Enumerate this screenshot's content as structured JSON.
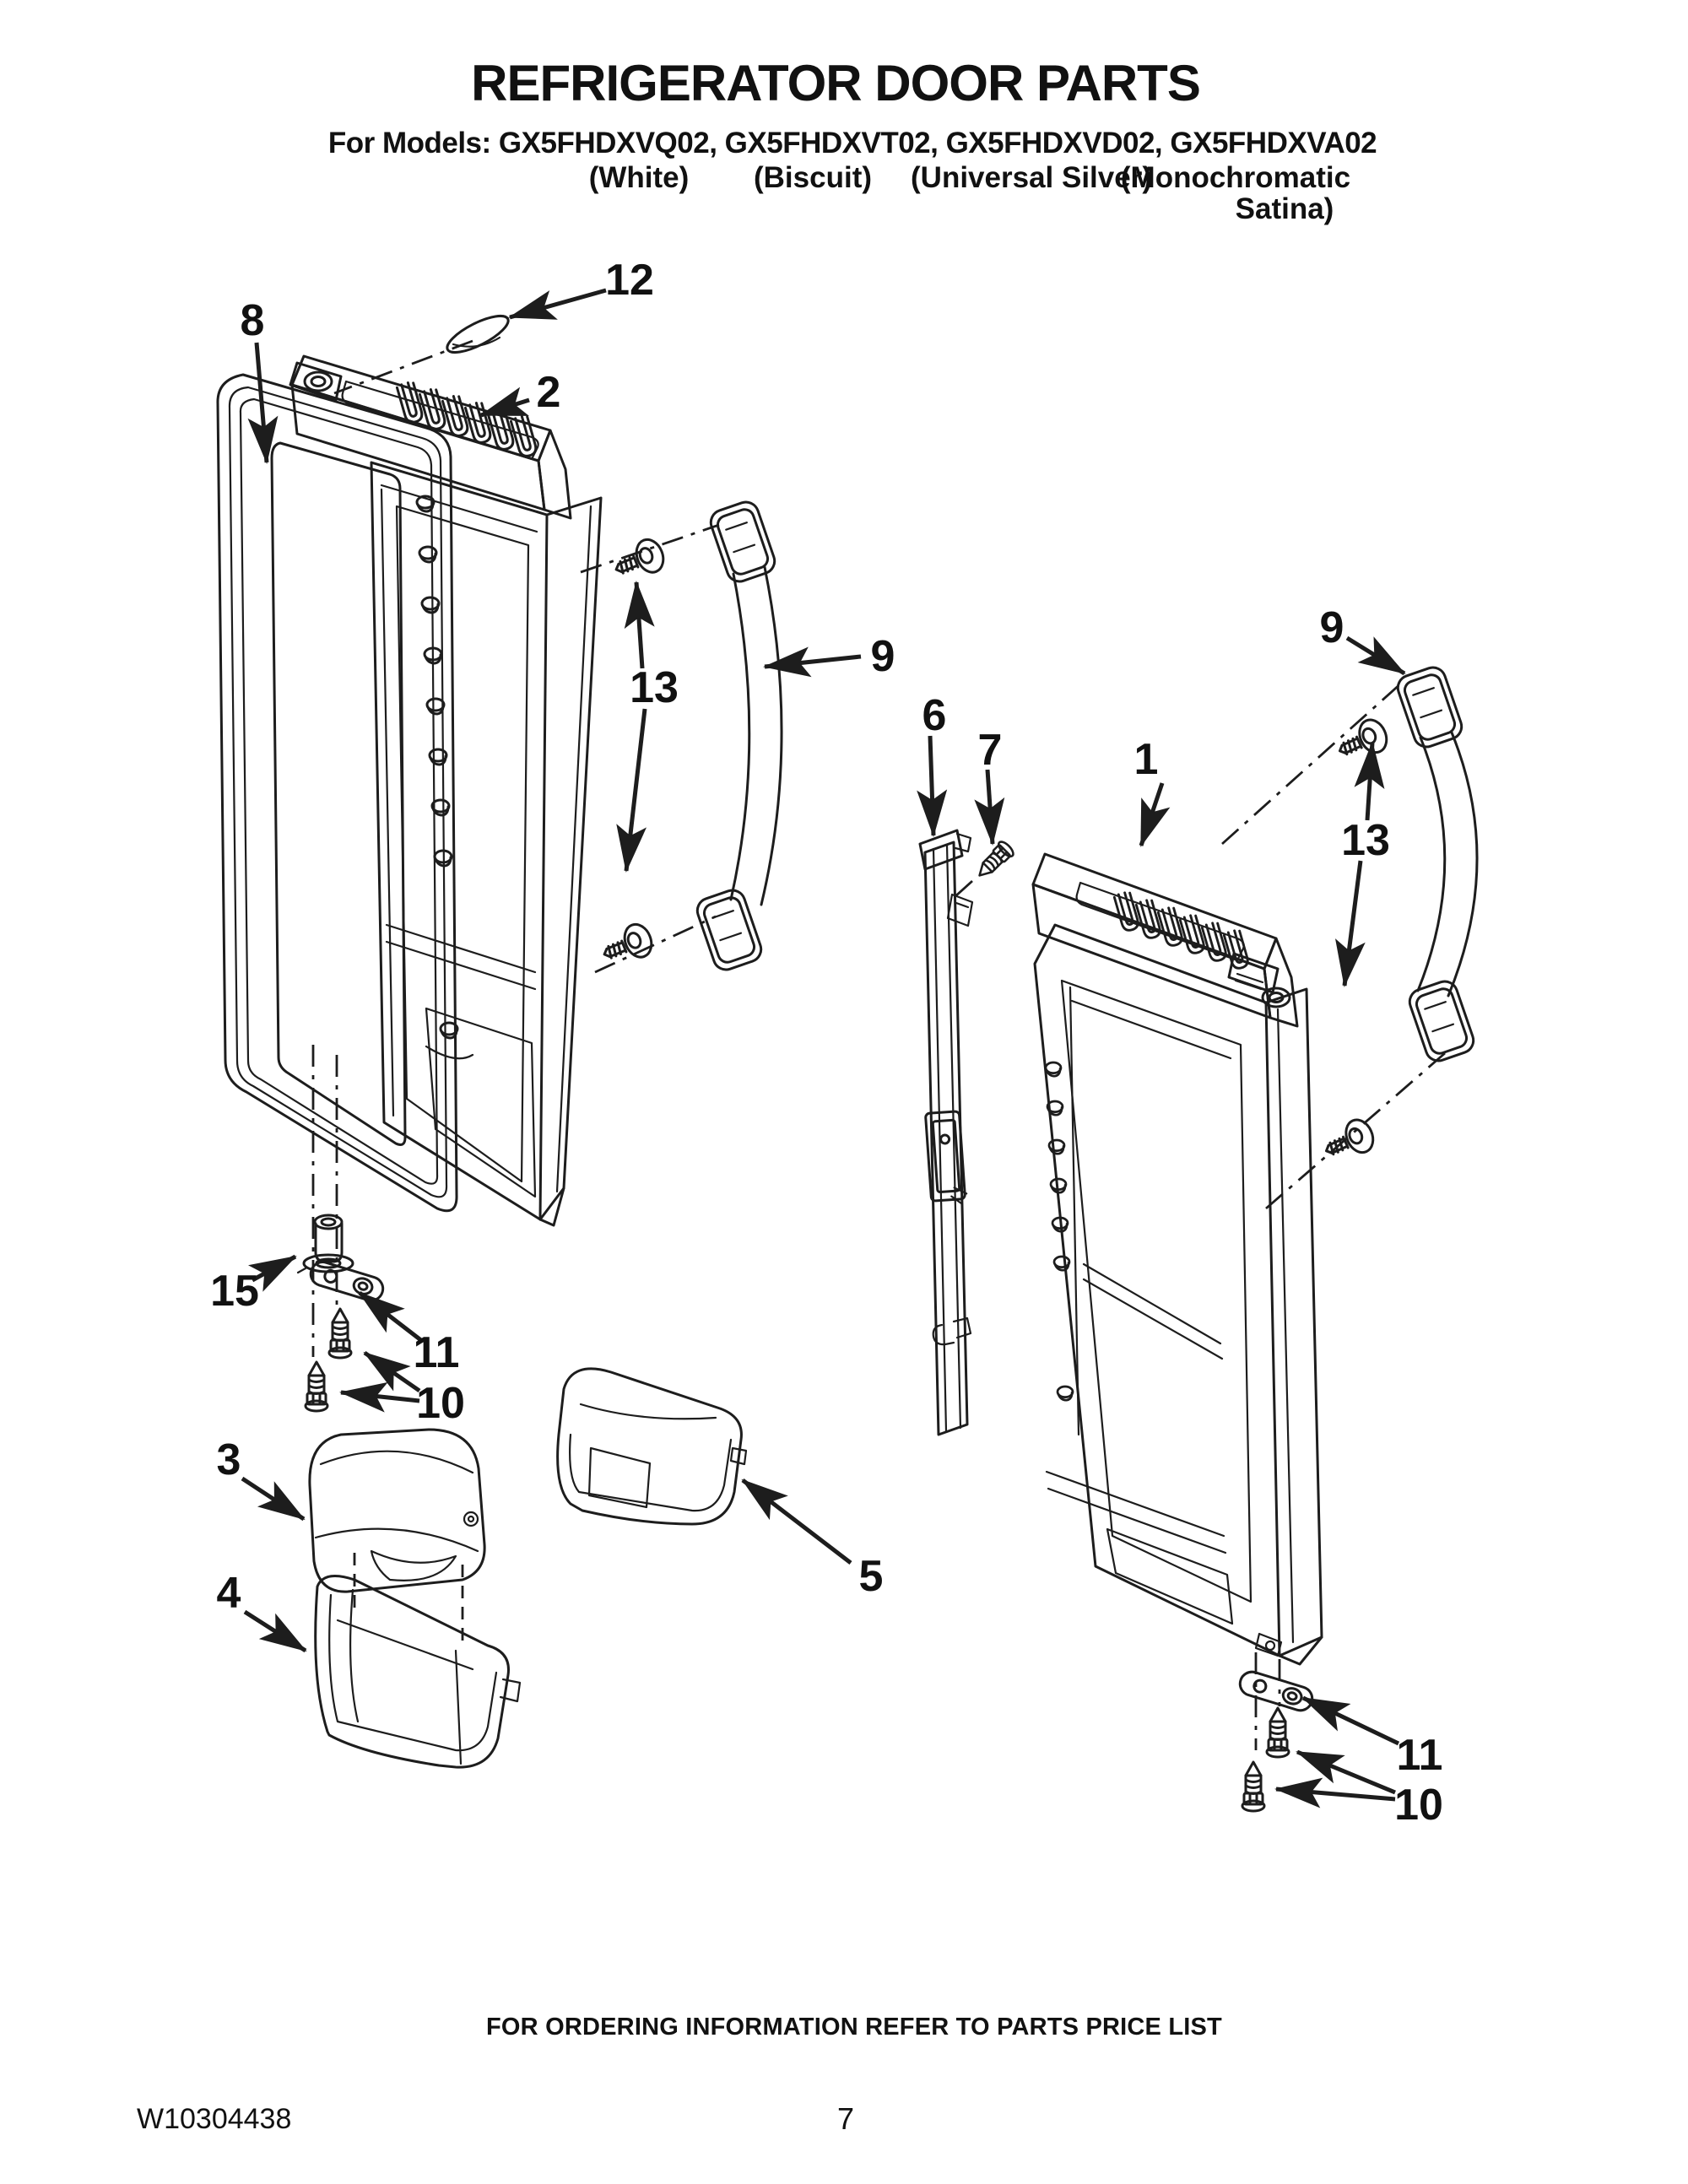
{
  "header": {
    "title": "REFRIGERATOR DOOR PARTS",
    "models_label": "For Models: GX5FHDXVQ02, GX5FHDXVT02, GX5FHDXVD02, GX5FHDXVA02",
    "finish_white": "(White)",
    "finish_biscuit": "(Biscuit)",
    "finish_universal_silver": "(Universal Silver)",
    "finish_monochromatic": "(Monochromatic",
    "finish_satina": "Satina)"
  },
  "callouts": {
    "cap_12": "12",
    "gasket_8": "8",
    "door_left_2": "2",
    "screws_left_13": "13",
    "handle_left_9": "9",
    "mullion_6": "6",
    "screw_7": "7",
    "door_right_1": "1",
    "handle_right_9": "9",
    "screws_right_13": "13",
    "hinge_pin_15": "15",
    "cam_left_11": "11",
    "screws_bottom_left_10": "10",
    "dairy_cover_3": "3",
    "dairy_bin_4": "4",
    "door_bin_5": "5",
    "cam_right_11": "11",
    "screws_bottom_right_10": "10"
  },
  "footer": {
    "ordering_note": "FOR ORDERING INFORMATION REFER TO PARTS PRICE LIST",
    "document_number": "W10304438",
    "page_number": "7"
  },
  "diagram": {
    "ink": "#1d1d1d",
    "background": "#ffffff"
  }
}
